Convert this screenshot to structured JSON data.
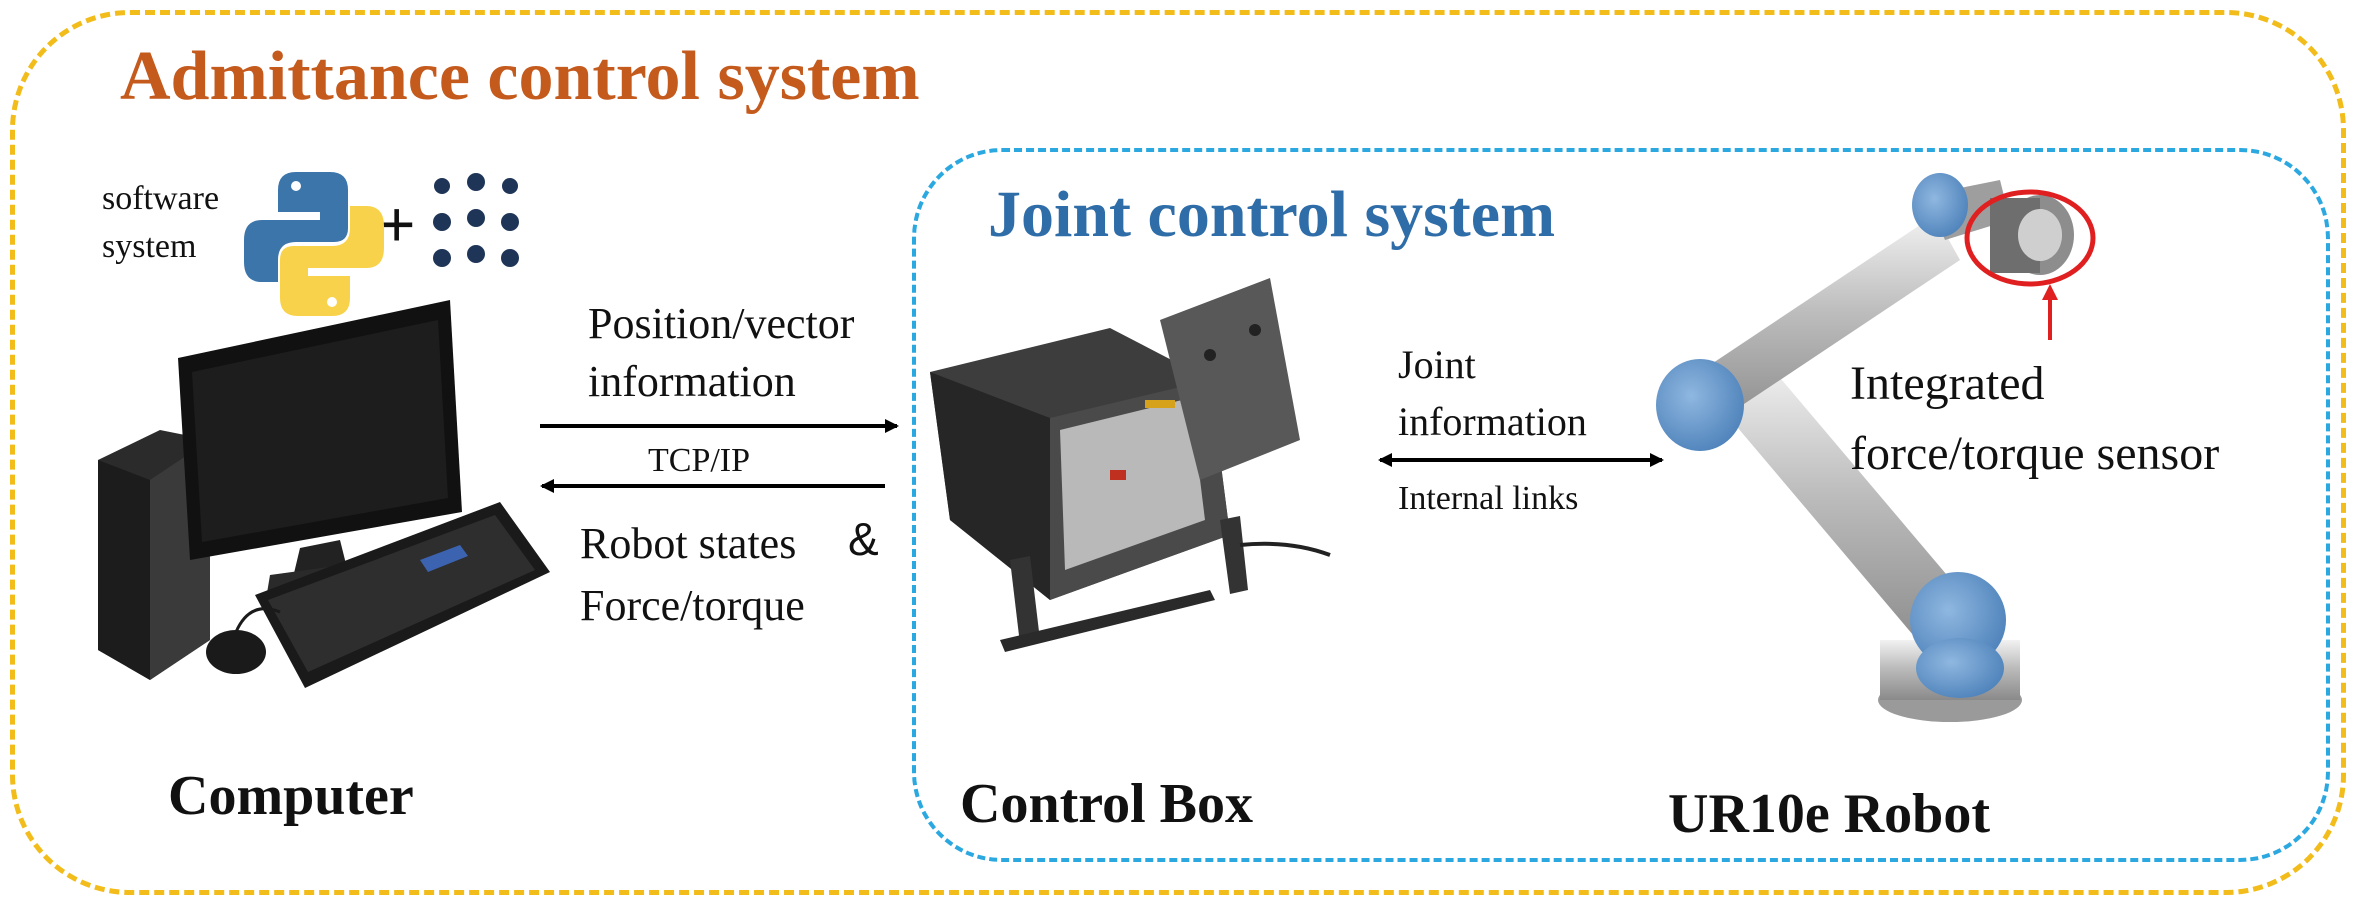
{
  "titles": {
    "admittance": "Admittance control system",
    "joint": "Joint control system"
  },
  "software": {
    "line1": "software",
    "line2": "system",
    "plus": "+"
  },
  "links": {
    "position_line1": "Position/vector",
    "position_line2": "information",
    "tcpip": "TCP/IP",
    "robot_states": "Robot states",
    "ampersand": "&",
    "force_torque": "Force/torque",
    "joint_line1": "Joint",
    "joint_line2": "information",
    "internal": "Internal  links"
  },
  "sensor": {
    "line1": "Integrated",
    "line2": "force/torque sensor"
  },
  "captions": {
    "computer": "Computer",
    "control_box": "Control Box",
    "robot": "UR10e Robot"
  },
  "colors": {
    "outer_border": "#F2BC1B",
    "inner_border": "#2BA8E0",
    "title_main": "#C55A1D",
    "title_joint": "#2E6DA8",
    "sensor_circle": "#E02020"
  },
  "icons": [
    "python-logo-icon",
    "numpy-dots-icon",
    "computer-illustration",
    "control-box-illustration",
    "ur10e-robot-illustration"
  ]
}
